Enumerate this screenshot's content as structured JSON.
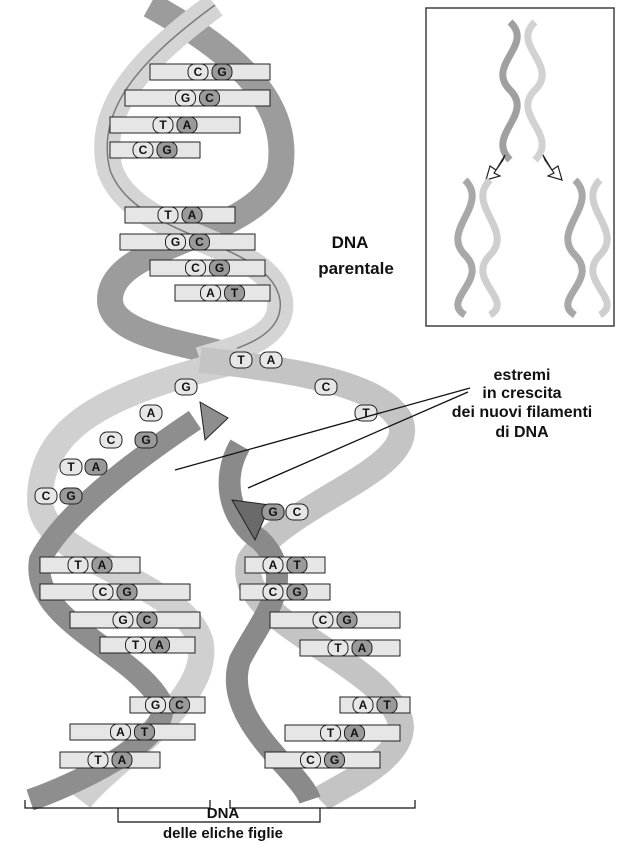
{
  "labels": {
    "parental": [
      "DNA",
      "parentale"
    ],
    "growing_ends": [
      "estremi",
      "in crescita",
      "dei nuovi filamenti",
      "di DNA"
    ],
    "daughters": [
      "DNA",
      "delle eliche figlie"
    ]
  },
  "parental_pairs": [
    [
      "C",
      "G"
    ],
    [
      "G",
      "C"
    ],
    [
      "T",
      "A"
    ],
    [
      "C",
      "G"
    ],
    [
      "T",
      "A"
    ],
    [
      "G",
      "C"
    ],
    [
      "C",
      "G"
    ],
    [
      "A",
      "T"
    ]
  ],
  "fork_left_bases": [
    "T",
    "G",
    "A",
    "C",
    "T",
    "C"
  ],
  "fork_right_bases": [
    "A",
    "C",
    "T"
  ],
  "fork_new_left_bases": [
    "G",
    "A",
    "G"
  ],
  "fork_new_right_bases": [
    "G",
    "C"
  ],
  "left_daughter_pairs": [
    [
      "T",
      "A"
    ],
    [
      "C",
      "G"
    ],
    [
      "G",
      "C"
    ],
    [
      "T",
      "A"
    ],
    [
      "G",
      "C"
    ],
    [
      "A",
      "T"
    ],
    [
      "T",
      "A"
    ]
  ],
  "right_daughter_pairs": [
    [
      "A",
      "T"
    ],
    [
      "C",
      "G"
    ],
    [
      "C",
      "G"
    ],
    [
      "T",
      "A"
    ],
    [
      "A",
      "T"
    ],
    [
      "T",
      "A"
    ],
    [
      "C",
      "G"
    ]
  ],
  "colors": {
    "old_strand": "#c8c8c8",
    "new_strand": "#8c8c8c",
    "outline": "#222222",
    "base_light": "#e6e6e6",
    "base_dark": "#9a9a9a",
    "inset_border": "#333333"
  }
}
